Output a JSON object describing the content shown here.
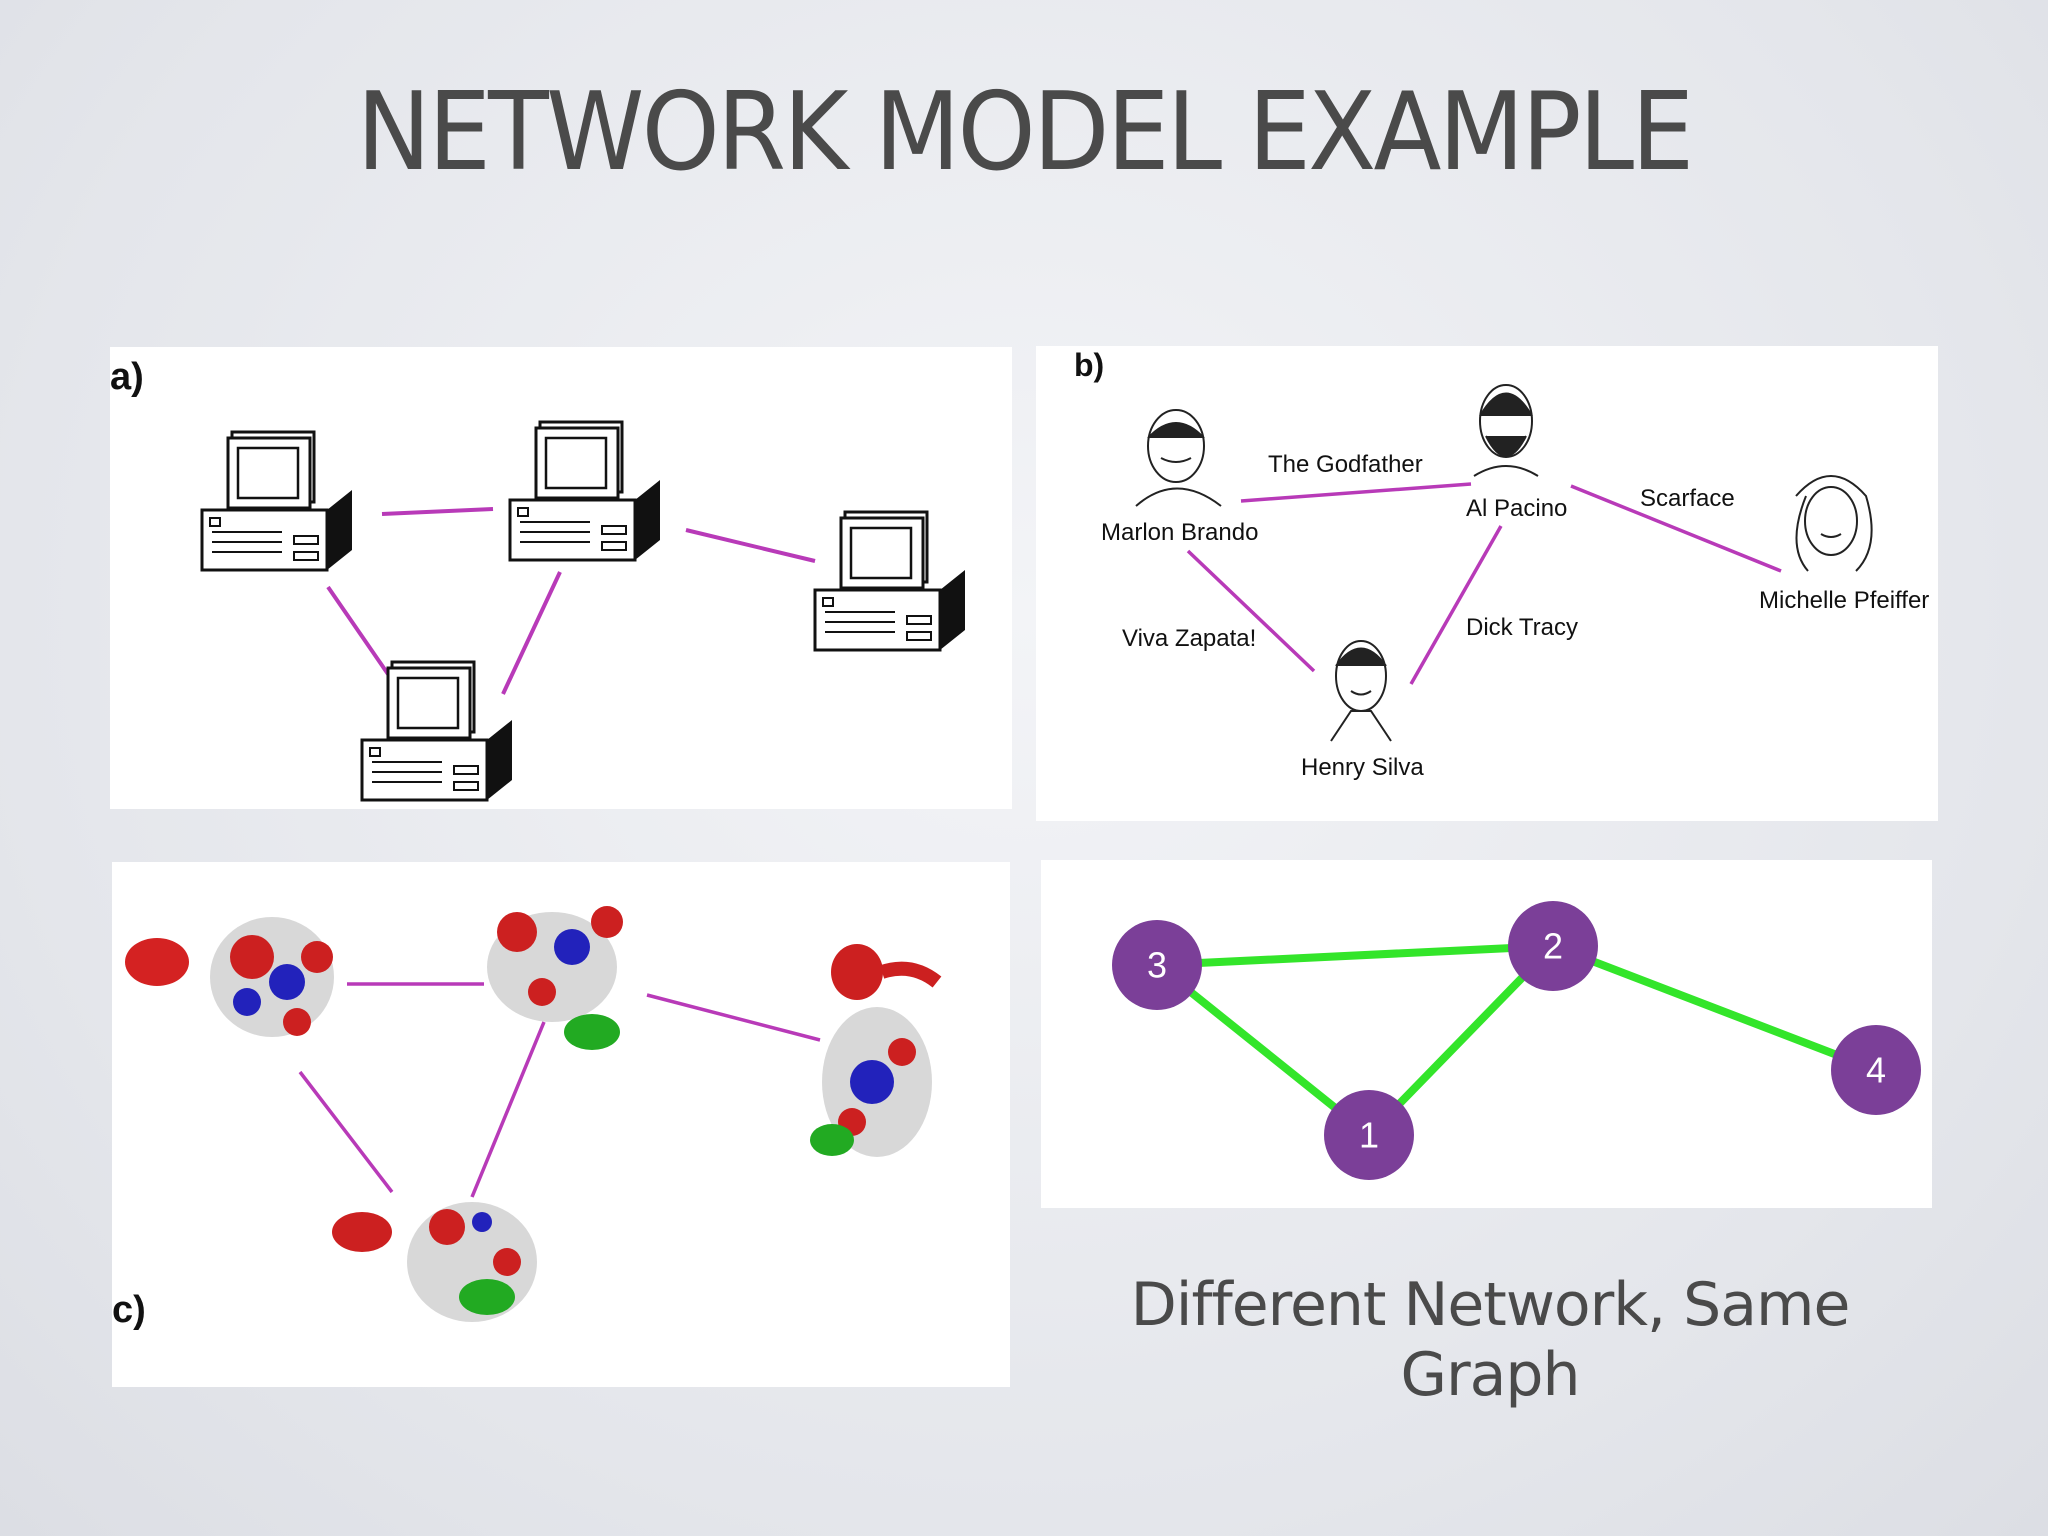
{
  "slide": {
    "title": "NETWORK MODEL EXAMPLE",
    "caption": "Different Network, Same Graph"
  },
  "panel_a": {
    "label": "a)"
  },
  "panel_b": {
    "label": "b)",
    "people": [
      "Marlon Brando",
      "Al Pacino",
      "Michelle Pfeiffer",
      "Henry Silva"
    ],
    "films": [
      "The Godfather",
      "Scarface",
      "Viva Zapata!",
      "Dick Tracy"
    ]
  },
  "panel_c": {
    "label": "c)"
  },
  "panel_d": {
    "nodes": [
      "3",
      "2",
      "1",
      "4"
    ],
    "edges": [
      [
        "3",
        "2"
      ],
      [
        "3",
        "1"
      ],
      [
        "1",
        "2"
      ],
      [
        "2",
        "4"
      ]
    ],
    "colors": {
      "node": "#7b3f98",
      "edge": "#33e52a"
    }
  },
  "colors": {
    "link": "#b83ab8"
  }
}
